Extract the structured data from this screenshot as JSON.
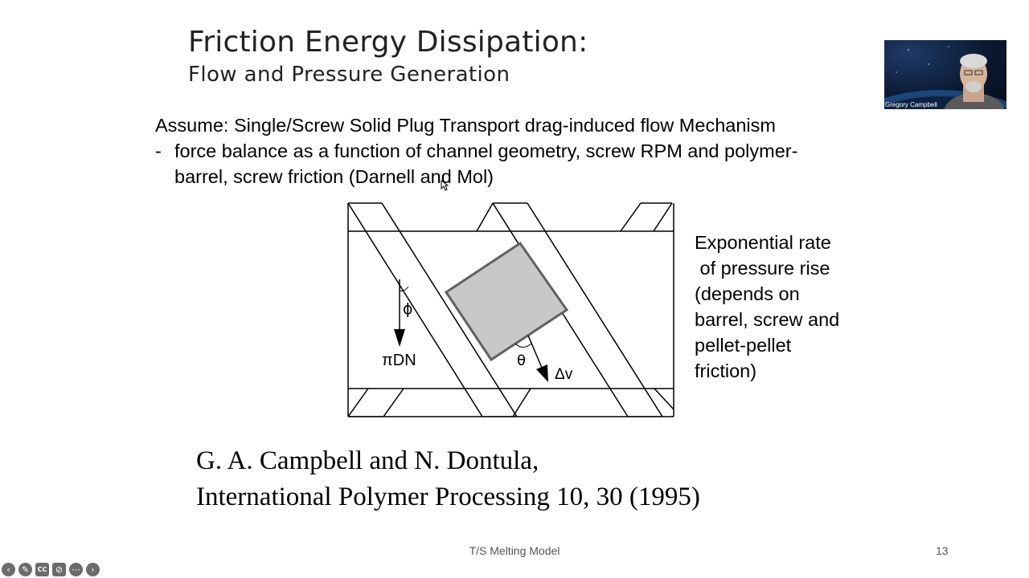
{
  "slide": {
    "title": "Friction Energy Dissipation:",
    "subtitle": "Flow and Pressure Generation",
    "assume_line": "Assume:  Single/Screw Solid Plug Transport drag-induced flow Mechanism",
    "bullet_dash": "-",
    "bullet_line1": "force balance as a function of channel geometry, screw RPM and polymer-",
    "bullet_line2": "barrel, screw friction (Darnell and Mol)",
    "side_note": [
      "Exponential rate",
      " of pressure rise",
      "(depends on",
      "barrel, screw and",
      "pellet-pellet",
      "friction)"
    ],
    "citation_line1": "G. A. Campbell and N. Dontula,",
    "citation_line2": "International Polymer Processing 10, 30 (1995)",
    "footer_title": "T/S Melting Model",
    "page_number": "13"
  },
  "diagram": {
    "label_phi": "ϕ",
    "label_pidn": "πDN",
    "label_theta": "θ",
    "label_dv": "Δv"
  },
  "webcam": {
    "participant_name": "Gregory Campbell"
  },
  "controls": {
    "prev_icon": "chevron-left-icon",
    "pointer_icon": "pointer-icon",
    "cc_label": "CC",
    "video_icon": "video-off-icon",
    "more_icon": "more-icon",
    "next_icon": "chevron-right-icon"
  },
  "colors": {
    "plug_fill": "#c8c8c8",
    "plug_stroke": "#606060",
    "text": "#000000",
    "footer": "#555555"
  }
}
